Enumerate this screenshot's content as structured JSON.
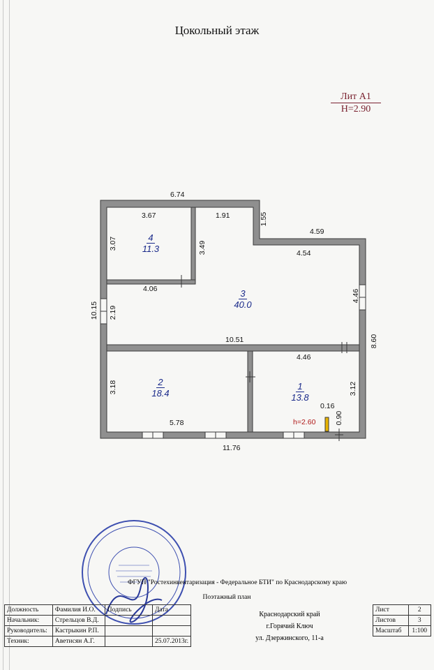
{
  "title": "Цокольный этаж",
  "lit": {
    "name": "Лит А1",
    "height": "Н=2.90"
  },
  "dims": {
    "top_total": "6.74",
    "r4_width": "3.67",
    "r4_height": "3.07",
    "r3_left_width": "1.91",
    "r3_left_height": "3.49",
    "step_height": "1.55",
    "step_width": "4.59",
    "r3_right_width": "4.54",
    "r3_right_height": "4.46",
    "r3_mid_width": "4.06",
    "left_total": "10.15",
    "r3_left_side": "2.19",
    "r3_full_width": "10.51",
    "right_total": "8.60",
    "r2_height": "3.18",
    "r2_width": "5.78",
    "r1_width": "4.46",
    "r1_height": "3.12",
    "bottom_total": "11.76",
    "niche_w": "0.16",
    "niche_h": "0.90"
  },
  "rooms": [
    {
      "num": "4",
      "area": "11.3"
    },
    {
      "num": "3",
      "area": "40.0"
    },
    {
      "num": "2",
      "area": "18.4"
    },
    {
      "num": "1",
      "area": "13.8"
    }
  ],
  "h_label": "h=2.60",
  "footer": {
    "org": "ФГУП \"Ростехинвентаризация - Федеральное БТИ\" по Краснодарскому краю",
    "plan_name": "Поэтажный план",
    "head": {
      "role": "Должность",
      "name": "Фамилия И.О.",
      "sign": "Подпись",
      "date": "Дата"
    },
    "rows": [
      {
        "role": "Начальник:",
        "name": "Стрельцов В.Д.",
        "date": ""
      },
      {
        "role": "Руководитель:",
        "name": "Кастрыкин Р.П.",
        "date": ""
      },
      {
        "role": "Техник:",
        "name": "Аветисян А.Г.",
        "date": "25.07.2013г."
      }
    ],
    "address": [
      "Краснодарский край",
      "г.Горячий Ключ",
      "ул. Дзержинского, 11-а"
    ],
    "sheet_label": "Лист",
    "sheet": "2",
    "sheets_label": "Листов",
    "sheets": "3",
    "scale_label": "Масштаб",
    "scale": "1:100"
  }
}
